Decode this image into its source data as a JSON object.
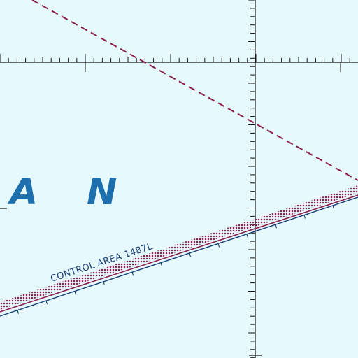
{
  "map": {
    "colors": {
      "background": "#e6f9fc",
      "grid": "#111111",
      "water_label": "#1e6fae",
      "boundary_maroon": "#8b1f4e",
      "airway_blue": "#1d3f7a"
    },
    "water_label_letters": [
      "A",
      "N"
    ],
    "airspace_label": "CONTROL AREA 1487L"
  }
}
